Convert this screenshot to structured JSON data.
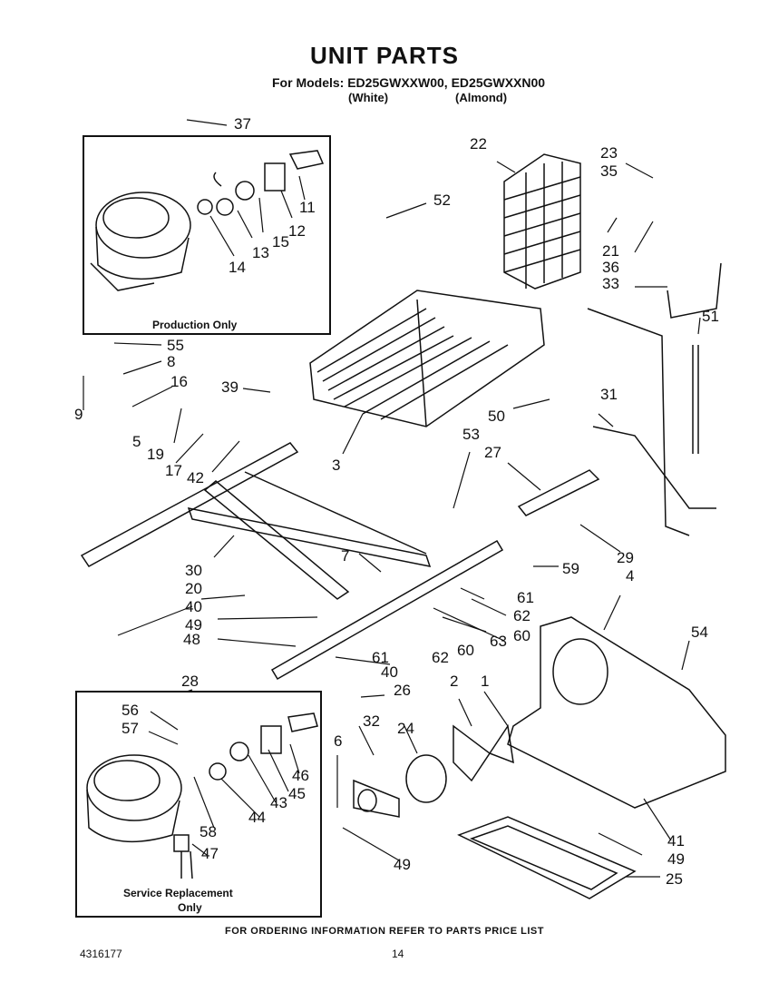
{
  "title": "UNIT PARTS",
  "models_line": "For Models: ED25GWXXW00, ED25GWXXN00",
  "variants": [
    "(White)",
    "(Almond)"
  ],
  "box_labels": {
    "production": "Production Only",
    "service_line1": "Service Replacement",
    "service_line2": "Only"
  },
  "callouts": [
    "37",
    "22",
    "23",
    "35",
    "11",
    "12",
    "15",
    "13",
    "14",
    "52",
    "21",
    "36",
    "33",
    "55",
    "8",
    "16",
    "39",
    "51",
    "9",
    "19",
    "17",
    "42",
    "5",
    "3",
    "50",
    "31",
    "53",
    "27",
    "29",
    "7",
    "30",
    "20",
    "40",
    "59",
    "61",
    "62",
    "49",
    "48",
    "60",
    "63",
    "4",
    "54",
    "28",
    "26",
    "2",
    "1",
    "56",
    "32",
    "24",
    "57",
    "6",
    "46",
    "45",
    "43",
    "44",
    "58",
    "47",
    "41",
    "25"
  ],
  "footer": "FOR ORDERING INFORMATION REFER TO PARTS PRICE LIST",
  "doc_number": "4316177",
  "page_number": "14"
}
